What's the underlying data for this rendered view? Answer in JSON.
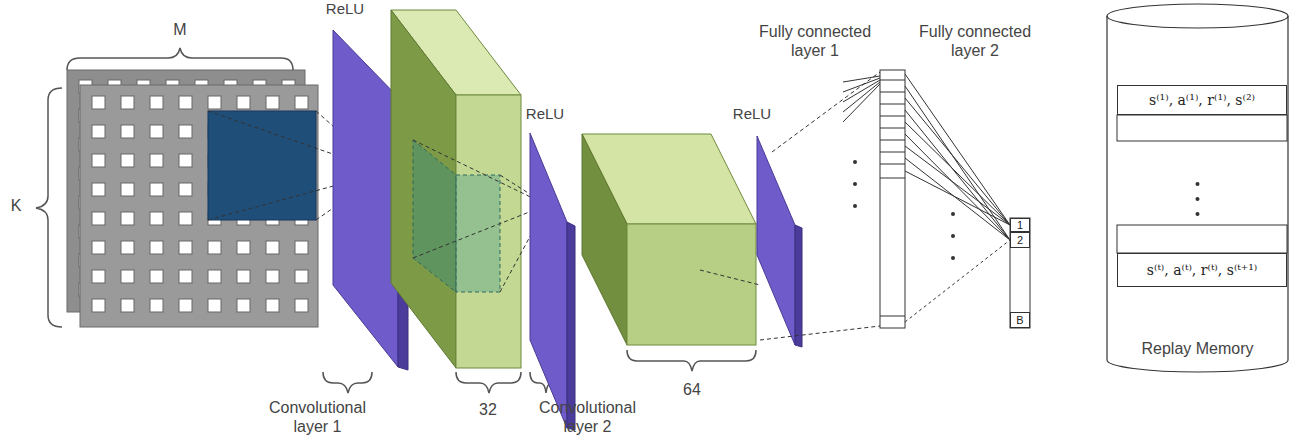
{
  "diagram": {
    "nodes": [
      {
        "text": [
          "1"
        ]
      },
      {
        "text": [
          "2"
        ]
      },
      {
        "text": [
          "B"
        ]
      },
      {
        "text": [
          "Replay Memory"
        ]
      },
      {
        "text": [
          "s⁽¹⁾, a⁽¹⁾, r⁽¹⁾, s⁽²⁾"
        ],
        "in": 3
      },
      {
        "text": [
          "s⁽ᵗ⁾, a⁽ᵗ⁾, r⁽ᵗ⁾, s⁽ᵗ⁺¹⁾"
        ],
        "in": 3
      }
    ],
    "labels": [
      "ReLU",
      "M",
      "K",
      "ReLU",
      "ReLU",
      "Fully connected layer 1",
      "Fully connected layer 2",
      "Convolutional layer 1",
      "32",
      "Convolutional layer 2",
      "64"
    ]
  }
}
